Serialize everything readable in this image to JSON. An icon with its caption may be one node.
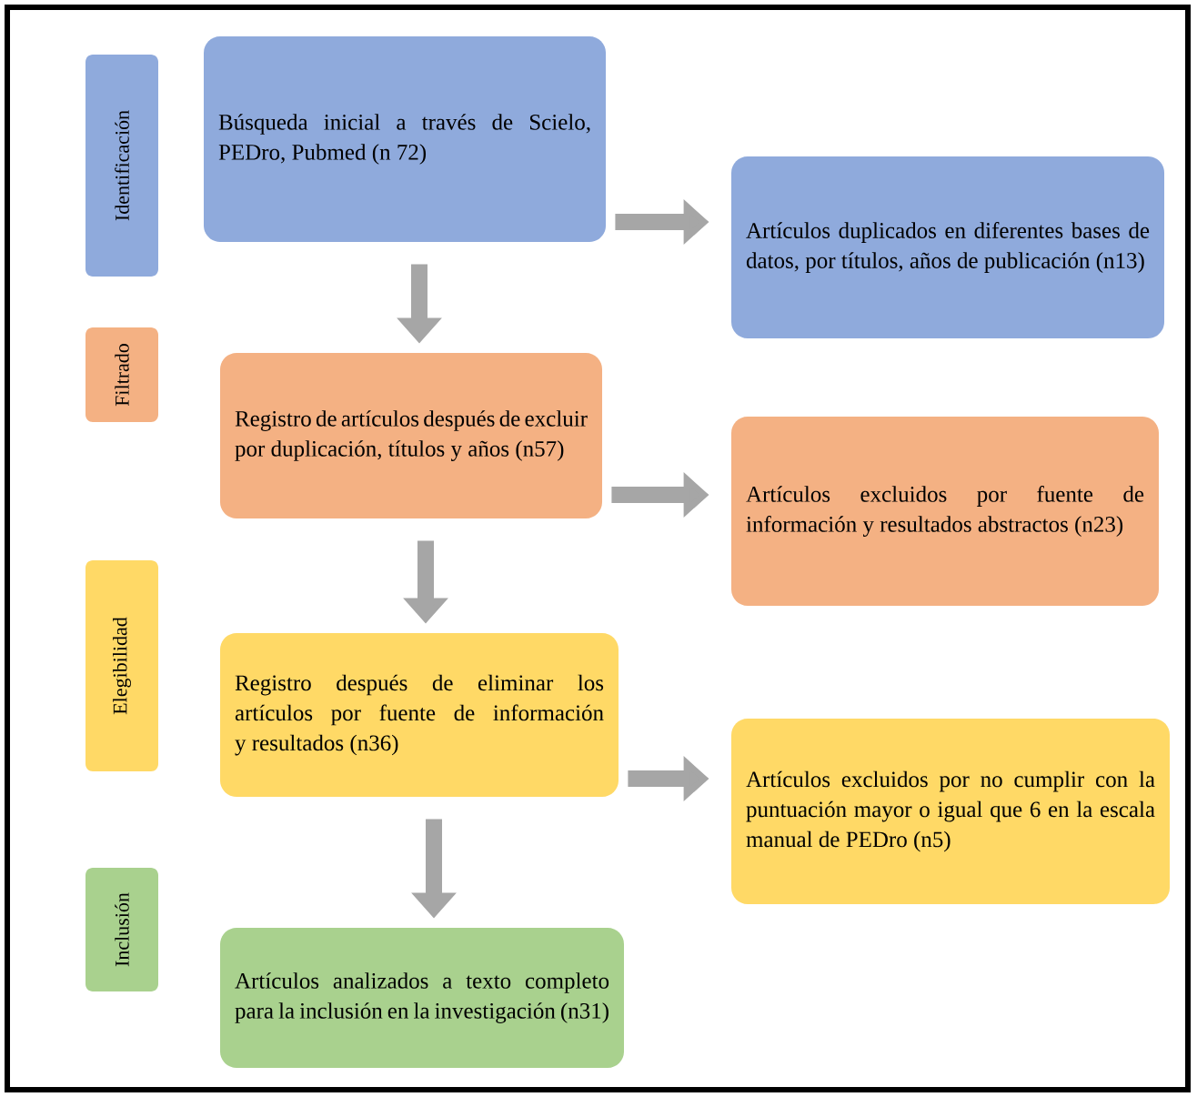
{
  "diagram": {
    "nodes": [
      {
        "text": [
          "Identificación"
        ]
      },
      {
        "text": [
          "Búsqueda inicial a través de Scielo, PEDro, Pubmed (n 72)"
        ]
      },
      {
        "text": [
          "Artículos duplicados en diferentes bases de datos, por títulos, años de publicación (n13)"
        ]
      },
      {
        "text": [
          "Filtrado"
        ]
      },
      {
        "text": [
          "Registro de artículos después de excluir por duplicación, títulos y años (n57)"
        ]
      },
      {
        "text": [
          "Artículos excluidos por fuente de información y resultados abstractos (n23)"
        ]
      },
      {
        "text": [
          "Elegibilidad"
        ]
      },
      {
        "text": [
          "Registro después de eliminar los artículos por fuente de información y resultados (n36)"
        ]
      },
      {
        "text": [
          "Artículos excluidos por no cumplir con la puntuación mayor o igual que 6 en la escala manual de PEDro (n5)"
        ]
      },
      {
        "text": [
          "Inclusión"
        ]
      },
      {
        "text": [
          "Artículos analizados a texto completo para la inclusión en la investigación (n31)"
        ]
      }
    ],
    "edges": [
      {
        "from": 1,
        "to": 4,
        "arrow": "to"
      },
      {
        "from": 1,
        "to": 2,
        "arrow": "to"
      },
      {
        "from": 4,
        "to": 7,
        "arrow": "to"
      },
      {
        "from": 4,
        "to": 5,
        "arrow": "to"
      },
      {
        "from": 7,
        "to": 10,
        "arrow": "to"
      },
      {
        "from": 7,
        "to": 8,
        "arrow": "to"
      }
    ]
  }
}
